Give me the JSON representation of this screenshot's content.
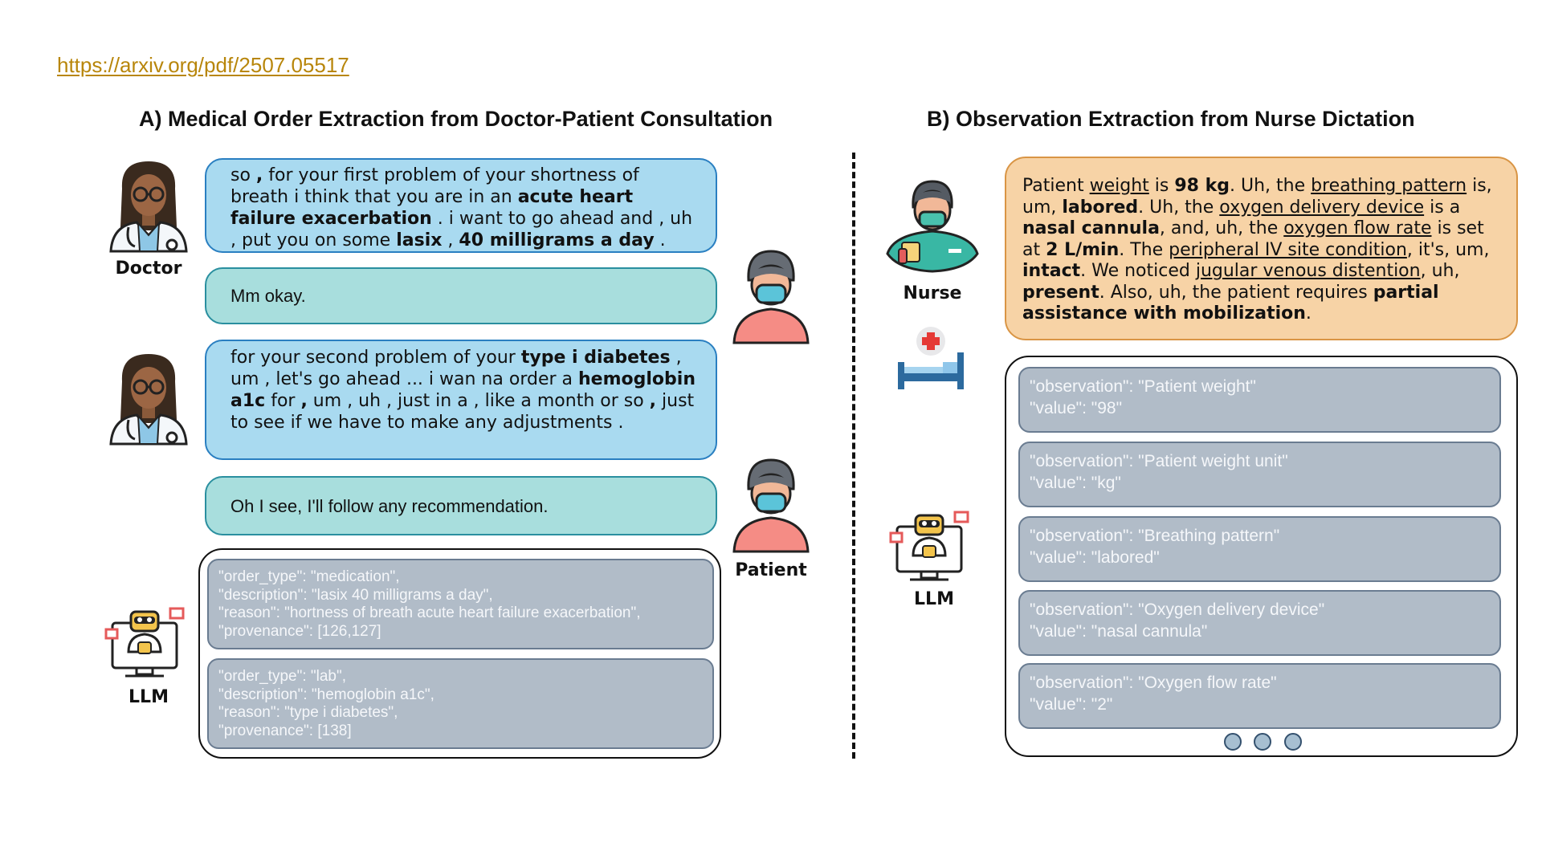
{
  "url": "https://arxiv.org/pdf/2507.05517",
  "section_a": {
    "title": "A) Medical Order Extraction from Doctor-Patient Consultation",
    "doctor_label": "Doctor",
    "patient_label": "Patient",
    "llm_label": "LLM",
    "doctor_turn_1": [
      {
        "t": "so "
      },
      {
        "t": ",",
        "b": true
      },
      {
        "t": " for your first problem of your shortness of breath i think that you are in an "
      },
      {
        "t": "acute heart failure exacerbation",
        "b": true
      },
      {
        "t": " . i want to go ahead and , uh , put you on some "
      },
      {
        "t": "lasix",
        "b": true
      },
      {
        "t": " , "
      },
      {
        "t": "40 milligrams a day",
        "b": true
      },
      {
        "t": " ."
      }
    ],
    "patient_turn_1": "Mm okay.",
    "doctor_turn_2": [
      {
        "t": "for your second problem of your "
      },
      {
        "t": "type i diabetes",
        "b": true
      },
      {
        "t": " , um , let's go ahead ... i wan na order a "
      },
      {
        "t": "hemoglobin a1c",
        "b": true
      },
      {
        "t": " for "
      },
      {
        "t": ",",
        "b": true
      },
      {
        "t": " um , uh , just in a , like a month or so "
      },
      {
        "t": ",",
        "b": true
      },
      {
        "t": " just to see if we have to make any adjustments ."
      }
    ],
    "patient_turn_2": "Oh I see, I'll follow any recommendation.",
    "orders": [
      {
        "line1": "\"order_type\": \"medication\",",
        "line2": "\"description\": \"lasix 40 milligrams a day\",",
        "line3": "\"reason\": \"hortness of breath acute heart failure exacerbation\",",
        "line4": "\"provenance\": [126,127]"
      },
      {
        "line1": "\"order_type\": \"lab\",",
        "line2": "\"description\": \"hemoglobin a1c\",",
        "line3": "\"reason\": \"type i diabetes\",",
        "line4": "\"provenance\": [138]"
      }
    ]
  },
  "section_b": {
    "title": "B) Observation Extraction from Nurse Dictation",
    "nurse_label": "Nurse",
    "llm_label": "LLM",
    "dictation": [
      {
        "t": "Patient "
      },
      {
        "t": "weight",
        "u": true
      },
      {
        "t": " is "
      },
      {
        "t": "98 kg",
        "b": true
      },
      {
        "t": ". Uh, the "
      },
      {
        "t": "breathing pattern",
        "u": true
      },
      {
        "t": " is, um, "
      },
      {
        "t": "labored",
        "b": true
      },
      {
        "t": ". Uh, the "
      },
      {
        "t": "oxygen delivery device",
        "u": true
      },
      {
        "t": " is a "
      },
      {
        "t": "nasal cannula",
        "b": true
      },
      {
        "t": ", and, uh, the "
      },
      {
        "t": "oxygen flow rate",
        "u": true
      },
      {
        "t": " is set at "
      },
      {
        "t": "2 L/min",
        "b": true
      },
      {
        "t": ". The "
      },
      {
        "t": "peripheral IV site condition",
        "u": true
      },
      {
        "t": ", it's, um, "
      },
      {
        "t": "intact",
        "b": true
      },
      {
        "t": ". We noticed "
      },
      {
        "t": "jugular venous distention",
        "u": true
      },
      {
        "t": ", uh, "
      },
      {
        "t": "present",
        "b": true
      },
      {
        "t": ". Also, uh, the patient requires "
      },
      {
        "t": "partial assistance with mobilization",
        "b": true
      },
      {
        "t": "."
      }
    ],
    "observations": [
      {
        "obs": "\"observation\": \"Patient weight\"",
        "val": "\"value\": \"98\""
      },
      {
        "obs": "\"observation\": \"Patient weight unit\"",
        "val": "\"value\": \"kg\""
      },
      {
        "obs": "\"observation\": \"Breathing pattern\"",
        "val": "\"value\": \"labored\""
      },
      {
        "obs": "\"observation\": \"Oxygen delivery device\"",
        "val": "\"value\": \"nasal cannula\""
      },
      {
        "obs": "\"observation\": \"Oxygen flow rate\"",
        "val": "\"value\": \"2\""
      }
    ],
    "pagination_dots": 3
  },
  "colors": {
    "doctor_bubble": "#a9daf0",
    "patient_bubble": "#a8dedd",
    "dictation_bubble": "#f7d3a6",
    "json_card": "#b1bcc8",
    "url": "#b8860b"
  },
  "icons": [
    "doctor-icon",
    "patient-icon",
    "nurse-icon",
    "hospital-bed-icon",
    "llm-robot-icon"
  ]
}
